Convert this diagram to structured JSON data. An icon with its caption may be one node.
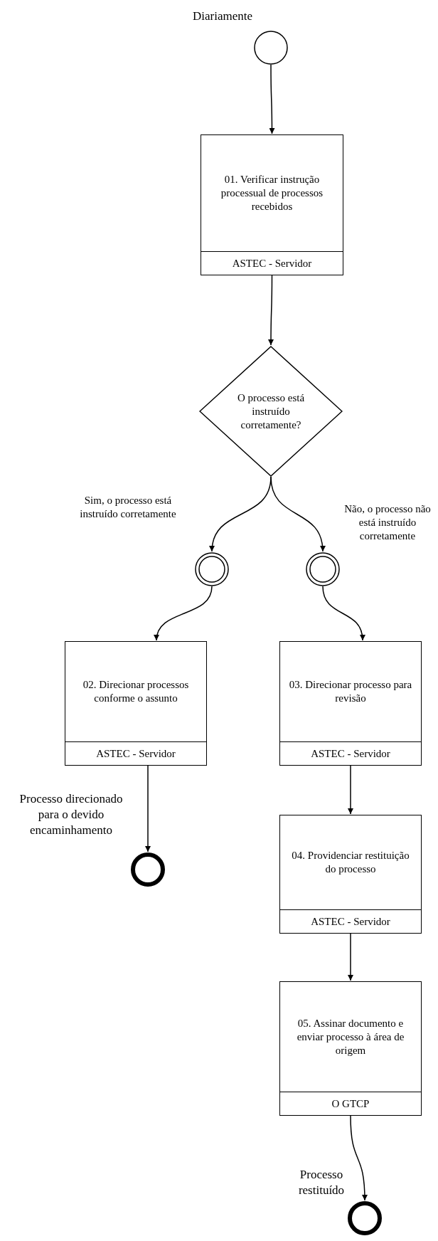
{
  "diagram": {
    "nodes": [
      {
        "text": [],
        "shape": "circle",
        "beside": [
          "Diariamente"
        ]
      },
      {
        "text": [
          "01. Verificar instrução processual de processos recebidos",
          "ASTEC - Servidor"
        ]
      },
      {
        "text": [
          "O processo está instruído corretamente?"
        ]
      },
      {
        "text": [],
        "shape": "circle"
      },
      {
        "text": [],
        "shape": "circle"
      },
      {
        "text": [
          "02. Direcionar processos conforme o assunto",
          "ASTEC - Servidor"
        ]
      },
      {
        "text": [
          "03. Direcionar processo para revisão",
          "ASTEC - Servidor"
        ]
      },
      {
        "text": [],
        "shape": "circle",
        "beside": [
          "Processo direcionado para o devido encaminhamento"
        ]
      },
      {
        "text": [
          "04. Providenciar restituição do processo",
          "ASTEC - Servidor"
        ]
      },
      {
        "text": [
          "05. Assinar documento e enviar processo à área de origem",
          "O GTCP"
        ]
      },
      {
        "text": [],
        "shape": "circle",
        "beside": [
          "Processo restituído"
        ]
      }
    ],
    "edges": [
      {
        "from": 0,
        "to": 1,
        "arrow": "to"
      },
      {
        "from": 1,
        "to": 2,
        "arrow": "to"
      },
      {
        "from": 2,
        "to": 3,
        "arrow": "to",
        "label": "Sim, o processo está instruído corretamente"
      },
      {
        "from": 2,
        "to": 4,
        "arrow": "to",
        "label": "Não, o processo não está instruído corretamente"
      },
      {
        "from": 3,
        "to": 5,
        "arrow": "to"
      },
      {
        "from": 4,
        "to": 6,
        "arrow": "to"
      },
      {
        "from": 5,
        "to": 7,
        "arrow": "to"
      },
      {
        "from": 6,
        "to": 8,
        "arrow": "to"
      },
      {
        "from": 8,
        "to": 9,
        "arrow": "to"
      },
      {
        "from": 9,
        "to": 10,
        "arrow": "to"
      }
    ]
  }
}
